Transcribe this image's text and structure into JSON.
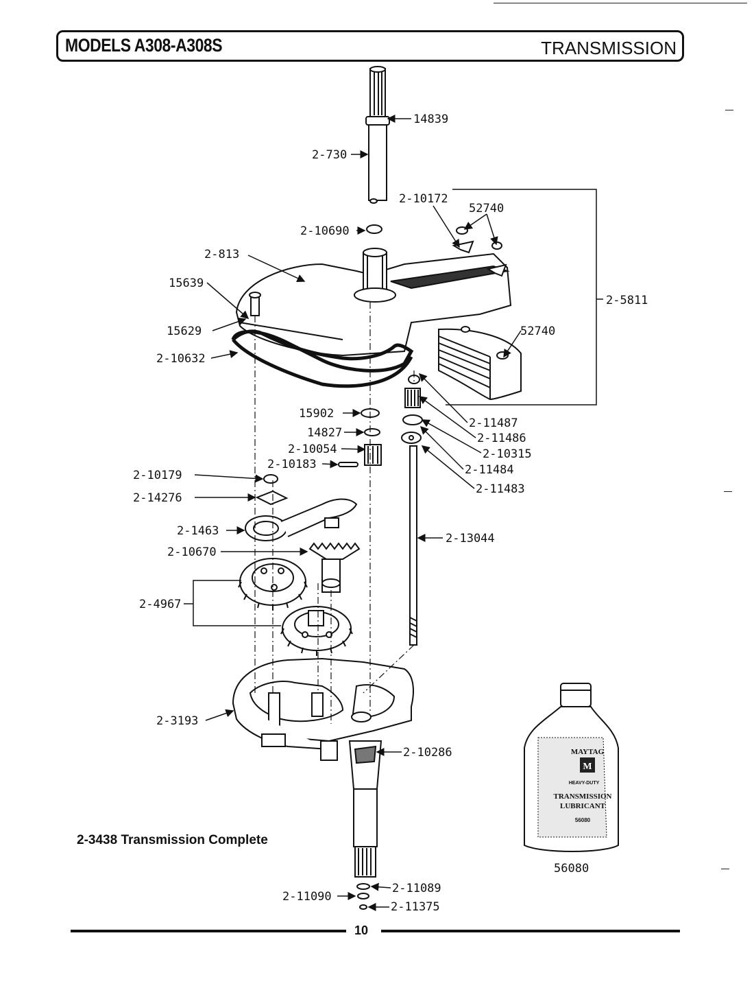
{
  "header": {
    "models": "MODELS A308-A308S",
    "section": "TRANSMISSION"
  },
  "caption": "2-3438  Transmission Complete",
  "page_number": "10",
  "bottle": {
    "brand": "MAYTAG",
    "line1": "HEAVY-DUTY",
    "line2": "TRANSMISSION",
    "line3": "LUBRICANT",
    "code": "56080",
    "part_label": "56080"
  },
  "callouts": {
    "c14839": "14839",
    "c2_730": "2-730",
    "c2_10172": "2-10172",
    "c52740a": "52740",
    "c2_10690": "2-10690",
    "c2_813": "2-813",
    "c15639": "15639",
    "c2_5811": "2-5811",
    "c15629": "15629",
    "c52740b": "52740",
    "c2_10632": "2-10632",
    "c15902": "15902",
    "c2_11487": "2-11487",
    "c14827": "14827",
    "c2_11486": "2-11486",
    "c2_10054": "2-10054",
    "c2_10315": "2-10315",
    "c2_10183": "2-10183",
    "c2_11484": "2-11484",
    "c2_10179": "2-10179",
    "c2_11483": "2-11483",
    "c2_14276": "2-14276",
    "c2_1463": "2-1463",
    "c2_13044": "2-13044",
    "c2_10670": "2-10670",
    "c2_4967": "2-4967",
    "c2_3193": "2-3193",
    "c2_10286": "2-10286",
    "c2_11089": "2-11089",
    "c2_11090": "2-11090",
    "c2_11375": "2-11375"
  }
}
